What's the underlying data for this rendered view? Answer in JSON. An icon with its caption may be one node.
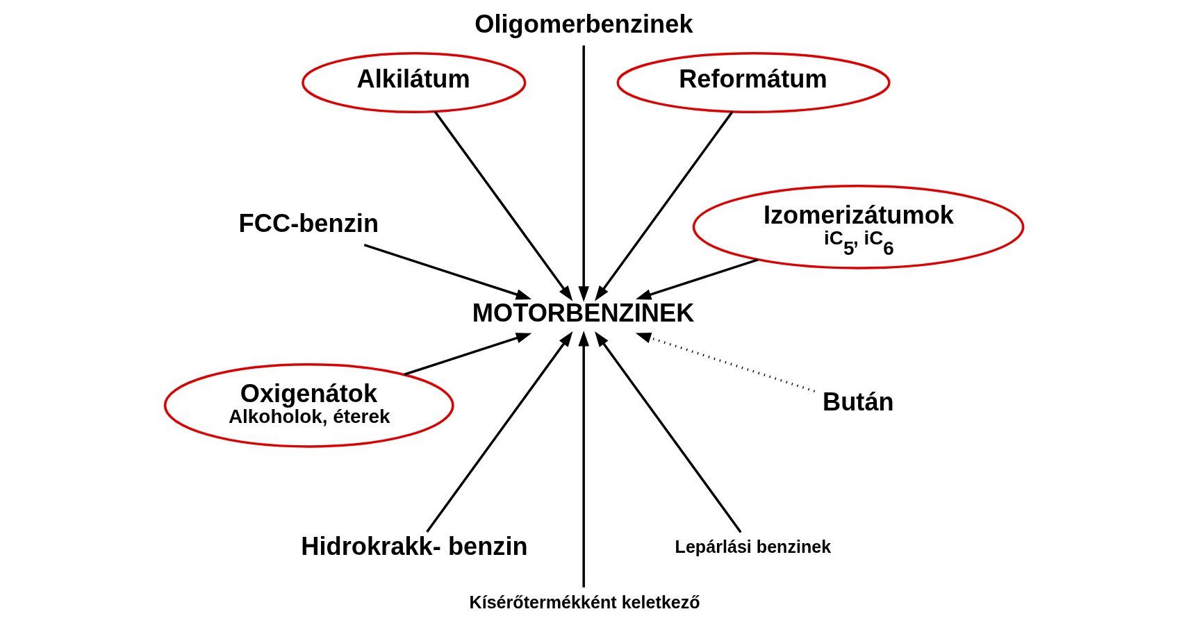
{
  "diagram": {
    "nodes": [
      {
        "text": [
          "Izomerizátumok",
          "iC$_{5}$, iC$_{6}$"
        ]
      },
      {
        "text": [
          "Reformátum"
        ]
      },
      {
        "text": [
          "Oligomerbenzinek"
        ]
      },
      {
        "text": [
          "Alkilátum"
        ]
      },
      {
        "text": [
          "FCC-benzin"
        ]
      },
      {
        "text": [
          "MOTORBENZINEK"
        ]
      },
      {
        "text": [
          "Oxigenátok",
          "Alkoholok, éterek"
        ]
      },
      {
        "text": [
          "Hidrokrakk- benzin"
        ]
      },
      {
        "text": [
          "Kísérőtermékként keletkező"
        ]
      },
      {
        "text": [
          "Lepárlási benzinek"
        ]
      },
      {
        "text": [
          "Bután"
        ]
      }
    ],
    "edges": [
      {
        "from": 0,
        "to": 5,
        "arrow": "to"
      },
      {
        "from": 1,
        "to": 5,
        "arrow": "to"
      },
      {
        "from": 2,
        "to": 5,
        "arrow": "to"
      },
      {
        "from": 3,
        "to": 5,
        "arrow": "to"
      },
      {
        "from": 4,
        "to": 5,
        "arrow": "to"
      },
      {
        "from": 6,
        "to": 5,
        "arrow": "to"
      },
      {
        "from": 7,
        "to": 5,
        "arrow": "to"
      },
      {
        "from": 8,
        "to": 5,
        "arrow": "to"
      },
      {
        "from": 9,
        "to": 5,
        "arrow": "to"
      },
      {
        "from": 10,
        "to": 5,
        "arrow": "to",
        "style": "dashed"
      }
    ]
  }
}
